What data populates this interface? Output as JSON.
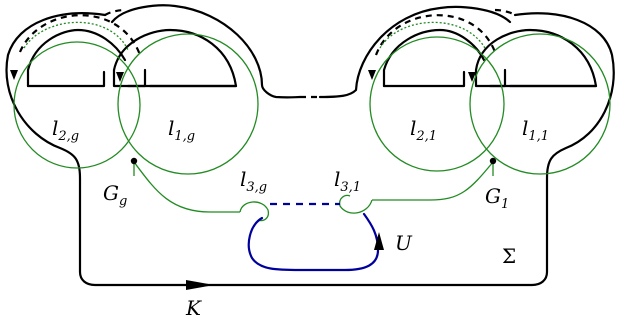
{
  "labels": {
    "l2g": {
      "base": "l",
      "sub": "2,g"
    },
    "l1g": {
      "base": "l",
      "sub": "1,g"
    },
    "l21": {
      "base": "l",
      "sub": "2,1"
    },
    "l11": {
      "base": "l",
      "sub": "1,1"
    },
    "l3g": {
      "base": "l",
      "sub": "3,g"
    },
    "l31": {
      "base": "l",
      "sub": "3,1"
    },
    "Gg": {
      "base": "G",
      "sub": "g"
    },
    "G1": {
      "base": "G",
      "sub": "1"
    },
    "U": "U",
    "Sigma": "Σ",
    "K": "K"
  },
  "colors": {
    "surface": "#000000",
    "curves": "#228b22",
    "unknot": "#00009c"
  }
}
